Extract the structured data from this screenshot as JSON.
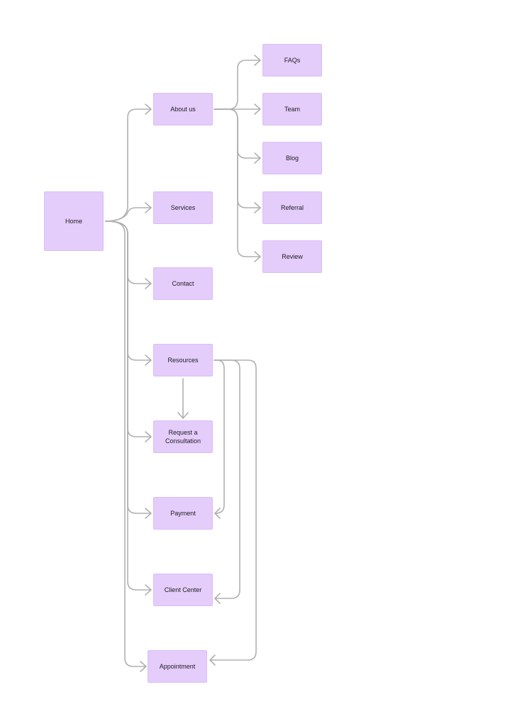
{
  "diagram": {
    "nodes": {
      "home": "Home",
      "about": "About us",
      "services": "Services",
      "contact": "Contact",
      "resources": "Resources",
      "request": "Request a Consultation",
      "payment": "Payment",
      "client": "Client Center",
      "appointment": "Appointment",
      "faqs": "FAQs",
      "team": "Team",
      "blog": "Blog",
      "referral": "Referral",
      "review": "Review"
    },
    "colors": {
      "node_fill": "#e4ccfb",
      "edge": "#b0b0b0"
    }
  }
}
